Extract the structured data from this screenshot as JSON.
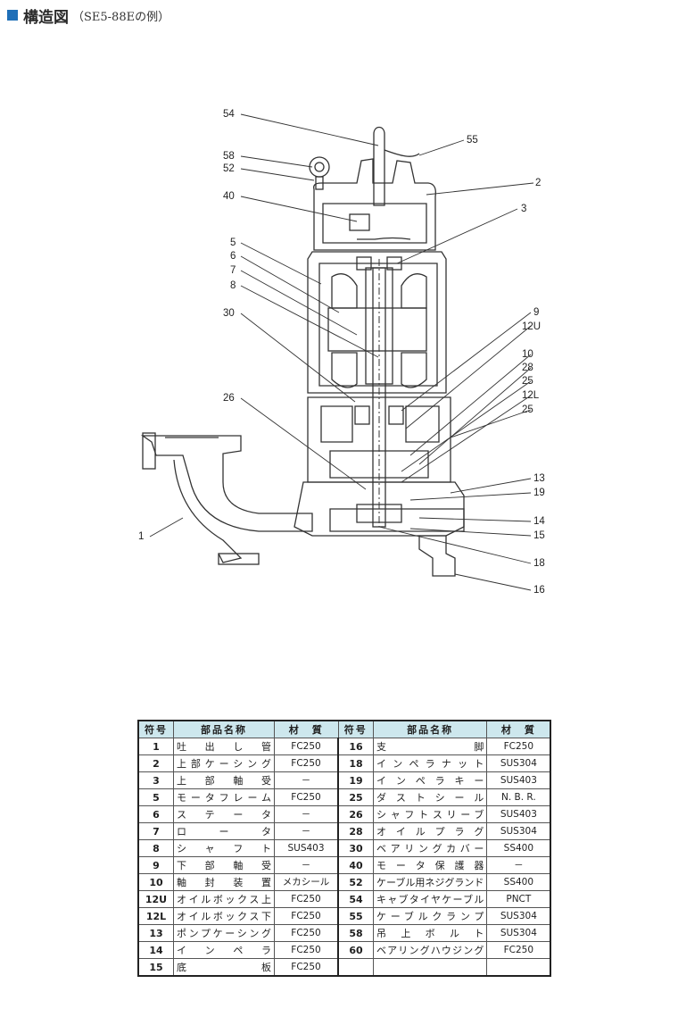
{
  "header": {
    "title": "構造図",
    "subtitle": "（SE5-88Eの例）"
  },
  "diagram": {
    "callouts": [
      "54",
      "55",
      "58",
      "52",
      "2",
      "40",
      "3",
      "5",
      "6",
      "7",
      "8",
      "30",
      "9",
      "12U",
      "10",
      "28",
      "25",
      "12L",
      "25",
      "26",
      "13",
      "19",
      "14",
      "15",
      "1",
      "18",
      "16"
    ]
  },
  "table": {
    "headers": [
      "符号",
      "部品名称",
      "材　質",
      "符号",
      "部品名称",
      "材　質"
    ],
    "rows": [
      {
        "l_no": "1",
        "l_name": "吐 出 し 管",
        "l_mat": "FC250",
        "r_no": "16",
        "r_name": "支 脚",
        "r_mat": "FC250"
      },
      {
        "l_no": "2",
        "l_name": "上部ケーシング",
        "l_mat": "FC250",
        "r_no": "18",
        "r_name": "インペラナット",
        "r_mat": "SUS304"
      },
      {
        "l_no": "3",
        "l_name": "上 部 軸 受",
        "l_mat": "－",
        "r_no": "19",
        "r_name": "インペラキー",
        "r_mat": "SUS403"
      },
      {
        "l_no": "5",
        "l_name": "モータフレーム",
        "l_mat": "FC250",
        "r_no": "25",
        "r_name": "ダストシール",
        "r_mat": "N. B. R."
      },
      {
        "l_no": "6",
        "l_name": "ス テ ー タ",
        "l_mat": "－",
        "r_no": "26",
        "r_name": "シャフトスリーブ",
        "r_mat": "SUS403"
      },
      {
        "l_no": "7",
        "l_name": "ロ ー タ",
        "l_mat": "－",
        "r_no": "28",
        "r_name": "オイルプラグ",
        "r_mat": "SUS304"
      },
      {
        "l_no": "8",
        "l_name": "シ ャ フ ト",
        "l_mat": "SUS403",
        "r_no": "30",
        "r_name": "ベアリングカバー",
        "r_mat": "SS400"
      },
      {
        "l_no": "9",
        "l_name": "下 部 軸 受",
        "l_mat": "－",
        "r_no": "40",
        "r_name": "モータ保護器",
        "r_mat": "－"
      },
      {
        "l_no": "10",
        "l_name": "軸 封 装 置",
        "l_mat": "メカシール",
        "r_no": "52",
        "r_name": "ケーブル用ネジグランド",
        "r_mat": "SS400"
      },
      {
        "l_no": "12U",
        "l_name": "オイルボックス上",
        "l_mat": "FC250",
        "r_no": "54",
        "r_name": "キャブタイヤケーブル",
        "r_mat": "PNCT"
      },
      {
        "l_no": "12L",
        "l_name": "オイルボックス下",
        "l_mat": "FC250",
        "r_no": "55",
        "r_name": "ケーブルクランプ",
        "r_mat": "SUS304"
      },
      {
        "l_no": "13",
        "l_name": "ポンプケーシング",
        "l_mat": "FC250",
        "r_no": "58",
        "r_name": "吊上ボルト",
        "r_mat": "SUS304"
      },
      {
        "l_no": "14",
        "l_name": "イ ン ペ ラ",
        "l_mat": "FC250",
        "r_no": "60",
        "r_name": "ベアリングハウジング",
        "r_mat": "FC250"
      },
      {
        "l_no": "15",
        "l_name": "底 板",
        "l_mat": "FC250",
        "r_no": "",
        "r_name": "",
        "r_mat": ""
      }
    ]
  }
}
